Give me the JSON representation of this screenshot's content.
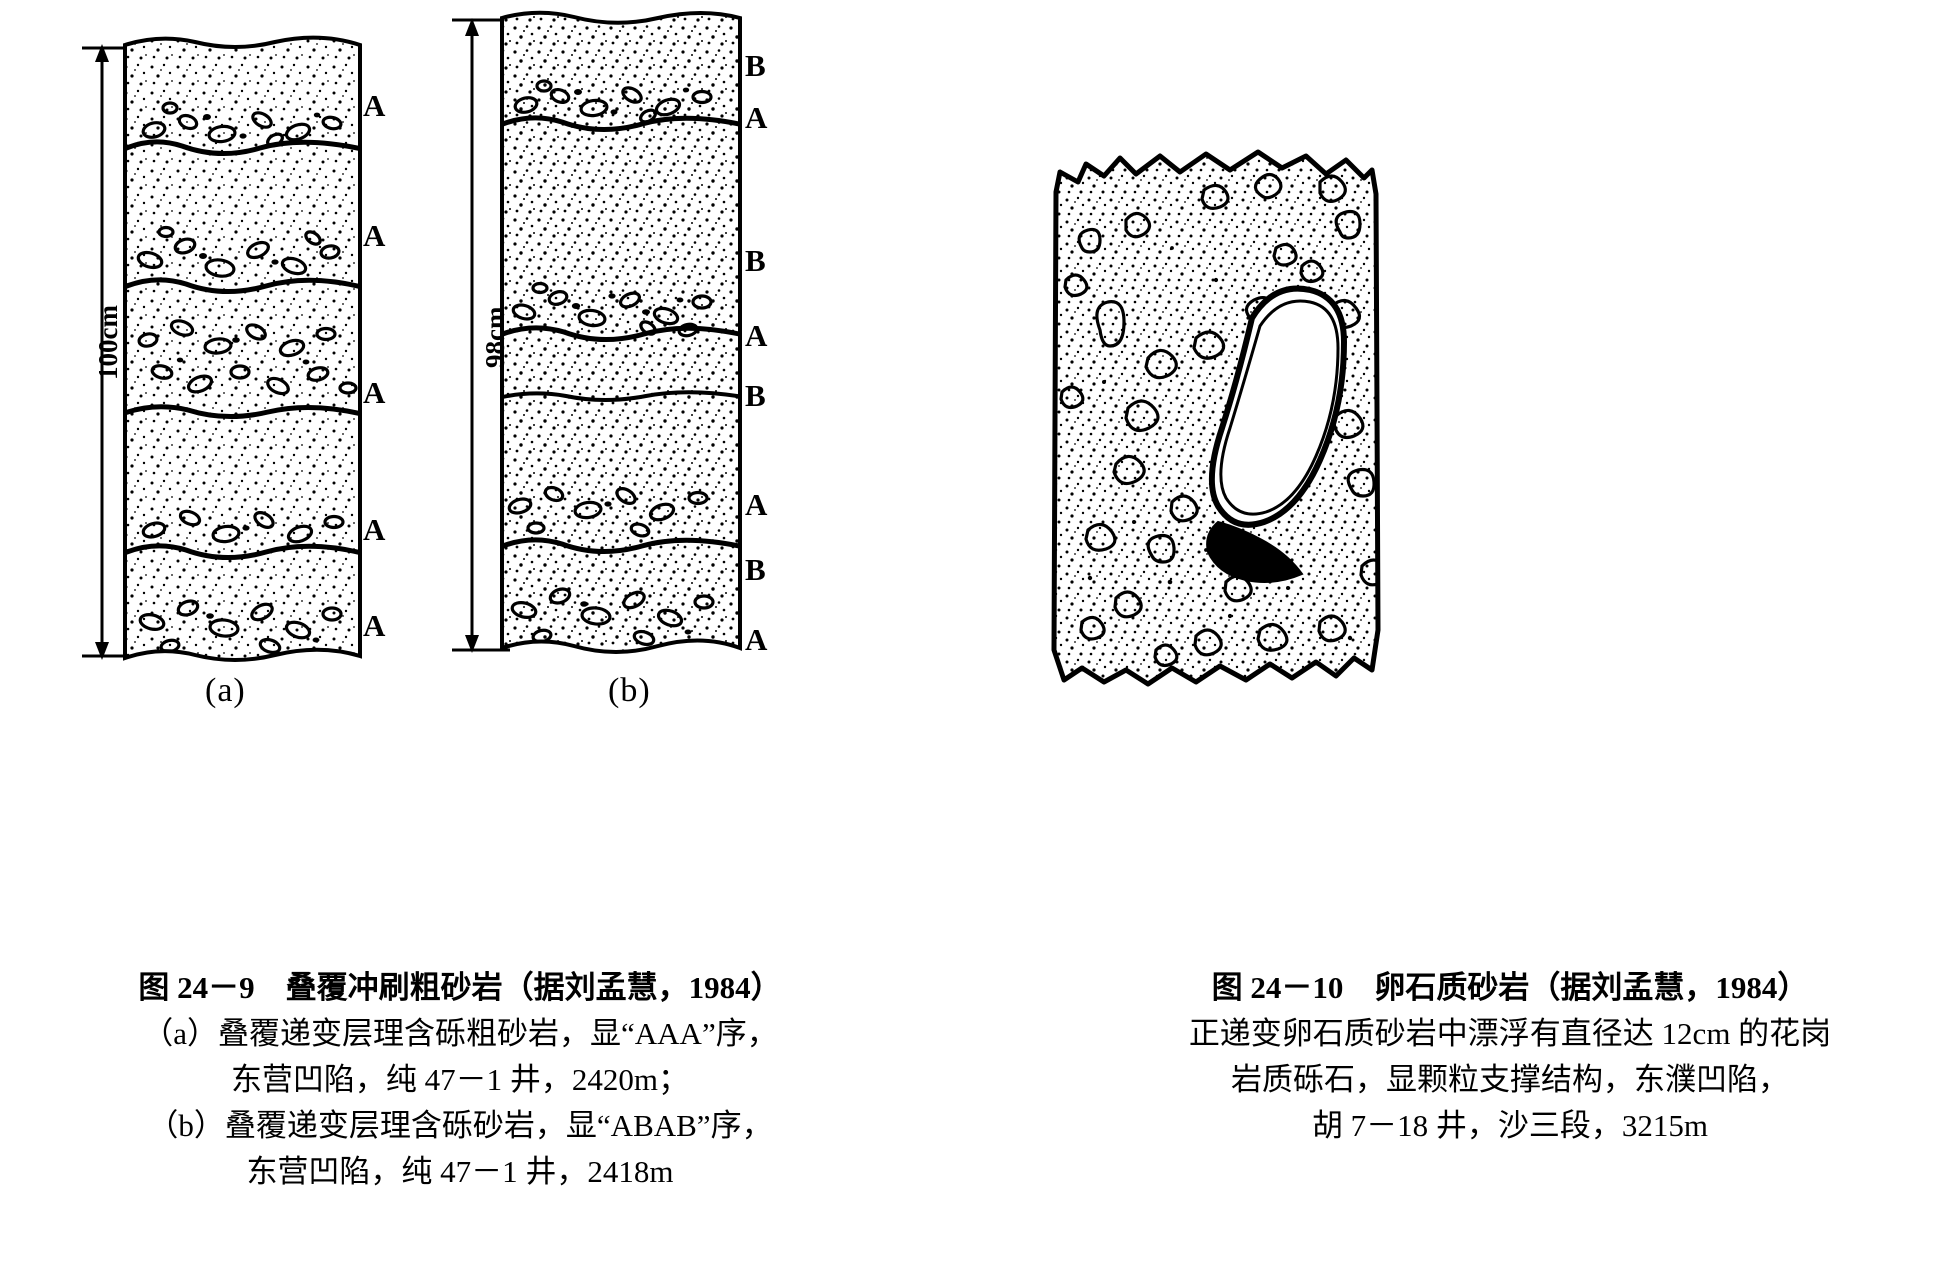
{
  "figure_left": {
    "id": "fig-24-9",
    "sub_labels": [
      {
        "key": "a",
        "text": "(a)"
      },
      {
        "key": "b",
        "text": "(b)"
      }
    ],
    "panel_a": {
      "scale_label": "100cm",
      "bed_letters": [
        "A",
        "A",
        "A",
        "A",
        "A"
      ],
      "bed_count": 5,
      "sequence": "AAA"
    },
    "panel_b": {
      "scale_label": "98cm",
      "bed_letters": [
        "B",
        "A",
        "B",
        "A",
        "B",
        "A",
        "B",
        "A"
      ],
      "bed_count": 8,
      "sequence": "ABAB"
    },
    "caption": {
      "title": "图 24－9　叠覆冲刷粗砂岩（据刘孟慧，1984）",
      "lines": [
        "（a）叠覆递变层理含砾粗砂岩，显“AAA”序，",
        "东营凹陷，纯 47－1 井，2420m；",
        "（b）叠覆递变层理含砾砂岩，显“ABAB”序，",
        "东营凹陷，纯 47－1 井，2418m"
      ]
    }
  },
  "figure_right": {
    "id": "fig-24-10",
    "caption": {
      "title": "图 24－10　卵石质砂岩（据刘孟慧，1984）",
      "lines": [
        "正递变卵石质砂岩中漂浮有直径达 12cm 的花岗",
        "岩质砾石，显颗粒支撑结构，东濮凹陷，",
        "胡 7－18 井，沙三段，3215m"
      ]
    }
  },
  "colors": {
    "ink": "#000000",
    "paper": "#ffffff"
  }
}
